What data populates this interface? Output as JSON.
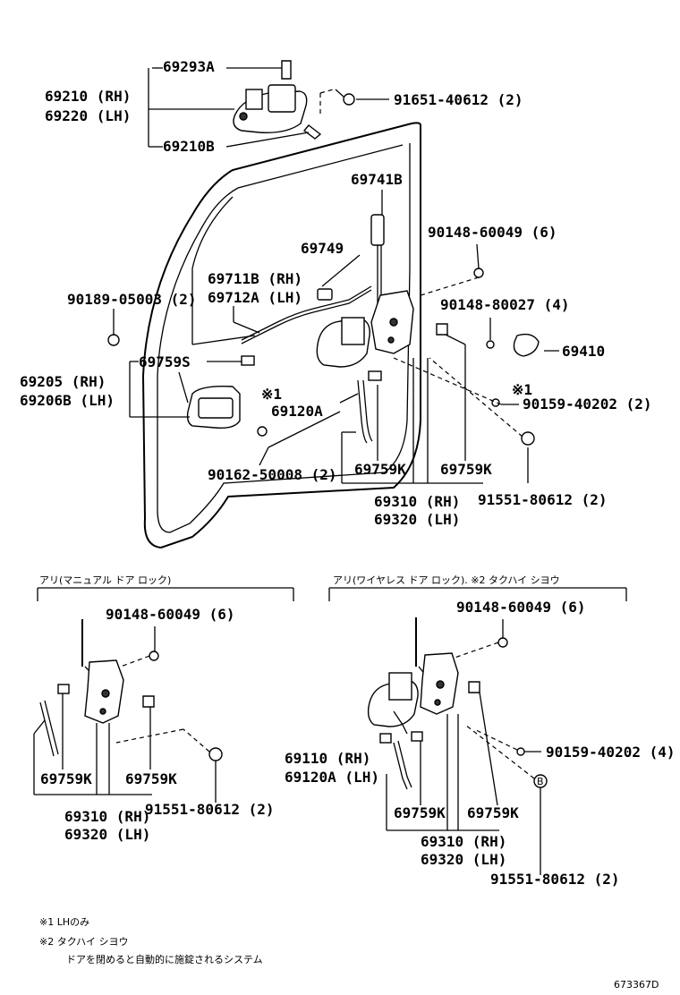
{
  "labels": {
    "p69293A": "69293A",
    "p69210": "69210 (RH)",
    "p69220": "69220 (LH)",
    "p69210B": "69210B",
    "p91651": "91651-40612 (2)",
    "p69741B": "69741B",
    "p90148_60049_main": "90148-60049 (6)",
    "p69749": "69749",
    "p69711B": "69711B (RH)",
    "p69712A": "69712A (LH)",
    "p90189": "90189-05003 (2)",
    "p90148_80027": "90148-80027 (4)",
    "p69410": "69410",
    "p69759S": "69759S",
    "p69205": "69205 (RH)",
    "p69206B": "69206B (LH)",
    "mark1a": "※1",
    "mark1b": "※1",
    "p69120A_main": "69120A",
    "p90159_main": "90159-40202 (2)",
    "p90162": "90162-50008 (2)",
    "p69759K_a": "69759K",
    "p69759K_b": "69759K",
    "p91551_main": "91551-80612 (2)",
    "p69310_main": "69310 (RH)",
    "p69320_main": "69320 (LH)",
    "sec_manual": "アリ(マニュアル ドア ロック)",
    "sec_wireless": "アリ(ワイヤレス ドア ロック). ※2 タクハイ シヨウ",
    "p90148_60049_l": "90148-60049 (6)",
    "p69759K_l1": "69759K",
    "p69759K_l2": "69759K",
    "p91551_l": "91551-80612 (2)",
    "p69310_l": "69310 (RH)",
    "p69320_l": "69320 (LH)",
    "p90148_60049_r": "90148-60049 (6)",
    "p69110_r": "69110 (RH)",
    "p69120A_r": "69120A (LH)",
    "p90159_r": "90159-40202 (4)",
    "marker_b": "B",
    "p69759K_r1": "69759K",
    "p69759K_r2": "69759K",
    "p69310_r": "69310 (RH)",
    "p69320_r": "69320 (LH)",
    "p91551_r": "91551-80612 (2)",
    "note1": "※1  LHのみ",
    "note2a": "※2  タクハイ  シヨウ",
    "note2b": "ドアを閉めると自動的に施錠されるシステム",
    "figure_id": "673367D"
  }
}
